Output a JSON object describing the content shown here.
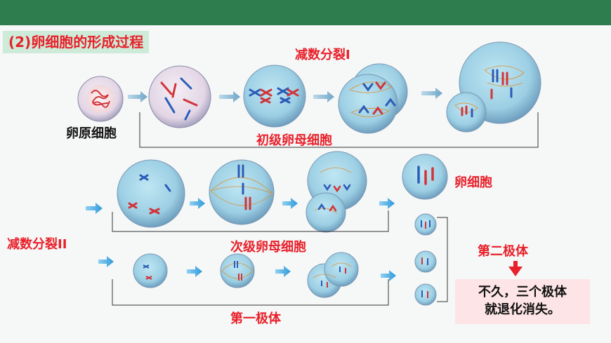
{
  "header": {
    "section_title": "(2)卵细胞的形成过程"
  },
  "stages": {
    "meiosis_one": "减数分裂I",
    "meiosis_two": "减数分裂II",
    "oogonium": "卵原细胞",
    "primary_oocyte": "初级卵母细胞",
    "secondary_oocyte": "次级卵母细胞",
    "egg_cell": "卵细胞",
    "first_polar_body": "第一极体",
    "second_polar_body": "第二极体"
  },
  "note": {
    "line1": "不久，三个极体",
    "line2": "就退化消失。"
  },
  "colors": {
    "header_bar": "#2e7d4f",
    "title_bg": "#cdebd8",
    "label_red": "#e8202a",
    "note_bg": "#fde4e6",
    "arrow_blue": "#4aa8e0"
  }
}
